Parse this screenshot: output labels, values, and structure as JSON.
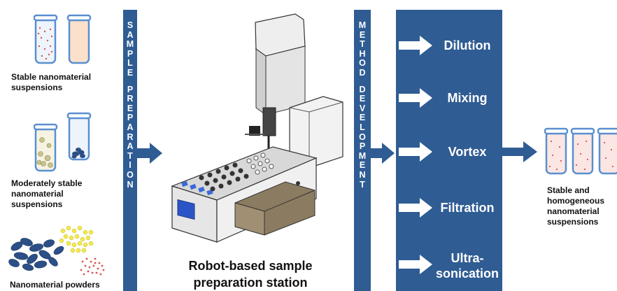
{
  "inputs": {
    "stable": "Stable nanomaterial\nsuspensions",
    "moderate": "Moderately stable\nnanomaterial\nsuspensions",
    "powders": "Nanomaterial powders"
  },
  "sample_prep_letters": [
    "S",
    "A",
    "M",
    "P",
    "L",
    "E",
    "",
    "P",
    "R",
    "E",
    "P",
    "A",
    "R",
    "A",
    "T",
    "I",
    "O",
    "N"
  ],
  "method_dev_letters": [
    "M",
    "E",
    "T",
    "H",
    "O",
    "D",
    "",
    "D",
    "E",
    "V",
    "E",
    "L",
    "O",
    "P",
    "M",
    "E",
    "N",
    "T"
  ],
  "robot_label": "Robot-based sample\npreparation station",
  "steps": [
    {
      "label": "Dilution"
    },
    {
      "label": "Mixing"
    },
    {
      "label": "Vortex"
    },
    {
      "label": "Filtration"
    },
    {
      "label": "Ultra-\nsonication"
    }
  ],
  "output": "Stable and\nhomogeneous\nnanomaterial\nsuspensions",
  "colors": {
    "bar_blue": "#2f5c93",
    "arrow_blue": "#2f5c93",
    "vial_outline": "#5a8fcf",
    "particle_red": "#d9534f",
    "particle_yellow": "#f2e94e",
    "particle_dark_blue": "#2b4f86",
    "particle_olive": "#c8c48a"
  }
}
